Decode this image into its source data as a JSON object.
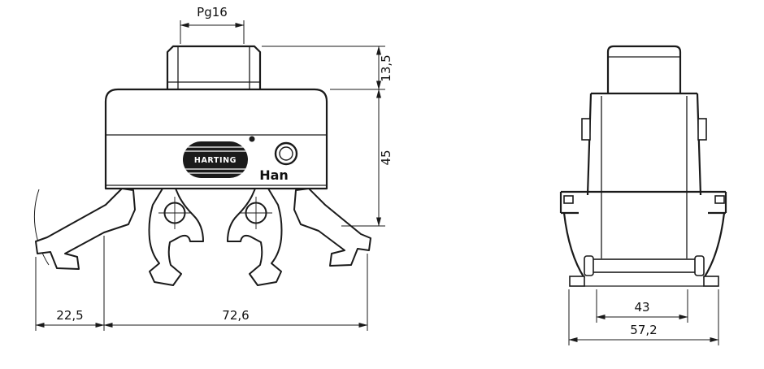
{
  "drawing": {
    "labels": {
      "brand": "HARTING",
      "series": "Han"
    },
    "colors": {
      "logo_bg": "#1b1b1b",
      "line": "#1a1a1a"
    },
    "dimensions": {
      "pg_thread": "Pg16",
      "entry_height": "13,5",
      "body_height": "45",
      "lever_offset": "22,5",
      "hood_width": "72,6",
      "clamp_width": "43",
      "flange_width": "57,2"
    }
  }
}
